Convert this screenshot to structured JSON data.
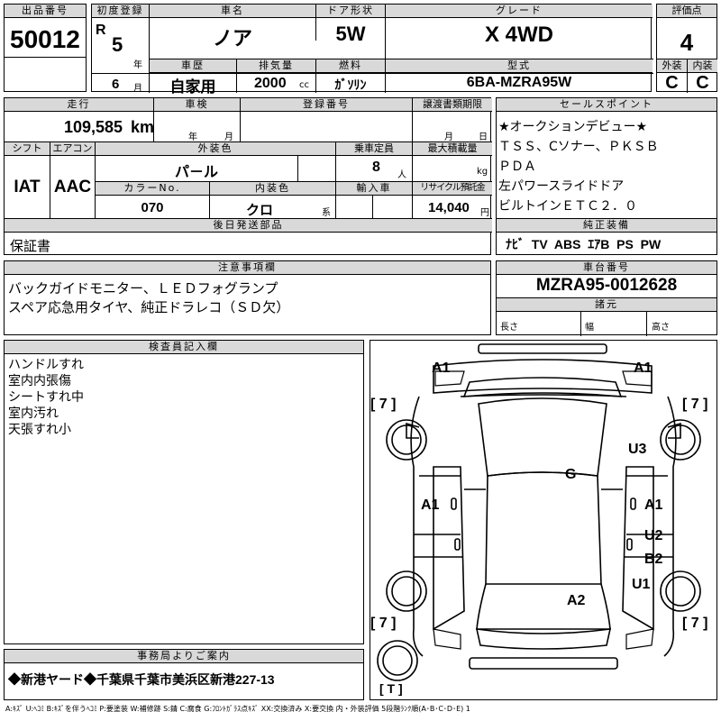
{
  "top": {
    "lot_label": "出品番号",
    "lot": "50012",
    "first_reg_label": "初度登録",
    "era": "R",
    "year": "5",
    "year_unit": "年",
    "month": "6",
    "month_unit": "月",
    "car_name_label": "車名",
    "car_name": "ノア",
    "door_label": "ドア形状",
    "door": "5W",
    "grade_label": "グレード",
    "grade": "X 4WD",
    "score_label": "評価点",
    "score": "4",
    "history_label": "車歴",
    "history": "自家用",
    "displacement_label": "排気量",
    "displacement": "2000",
    "displacement_unit": "cc",
    "fuel_label": "燃料",
    "fuel": "ｶﾞｿﾘﾝ",
    "model_label": "型式",
    "model": "6BA-MZRA95W",
    "exterior_label": "外装",
    "exterior": "C",
    "interior_label": "内装",
    "interior": "C"
  },
  "mid": {
    "mileage_label": "走行",
    "mileage": "109,585",
    "mileage_unit": "km",
    "inspection_label": "車検",
    "insp_year_unit": "年",
    "insp_month_unit": "月",
    "reg_no_label": "登録番号",
    "transfer_label": "譲渡書類期限",
    "transfer_month_unit": "月",
    "transfer_day_unit": "日",
    "shift_label": "シフト",
    "shift": "IAT",
    "ac_label": "エアコン",
    "ac": "AAC",
    "color_label": "外装色",
    "color": "パ－ル",
    "capacity_label": "乗車定員",
    "capacity": "8",
    "capacity_unit": "人",
    "load_label": "最大積載量",
    "load_unit": "kg",
    "color_no_label": "カラーNo.",
    "color_no": "070",
    "int_color_label": "内装色",
    "int_color": "クロ",
    "int_color_unit": "系",
    "import_label": "輸入車",
    "recycle_label": "リサイクル預託金",
    "recycle": "14,040",
    "recycle_unit": "円",
    "later_label": "後日発送部品",
    "later": "保証書"
  },
  "sales": {
    "label": "セールスポイント",
    "lines": [
      "★オークションデビュー★",
      "ＴＳＳ、Cソナー、ＰＫＳＢ",
      "ＰＤＡ",
      "左パワースライドドア",
      "ビルトインＥＴＣ２．０"
    ]
  },
  "equip": {
    "label": "純正装備",
    "value": "ﾅﾋﾞ  TV  ABS  ｴｱB  PS  PW"
  },
  "notes": {
    "label": "注意事項欄",
    "lines": [
      "バックガイドモニター、ＬＥＤフォグランプ",
      "スペア応急用タイヤ、純正ドラレコ（ＳＤ欠）"
    ]
  },
  "chassis": {
    "label": "車台番号",
    "value": "MZRA95-0012628"
  },
  "specs": {
    "label": "諸元",
    "length": "長さ",
    "width": "幅",
    "height": "高さ"
  },
  "inspector": {
    "label": "検査員記入欄",
    "lines": [
      "ハンドルすれ",
      "室内内張傷",
      "シートすれ中",
      "室内汚れ",
      "天張すれ小"
    ]
  },
  "diagram": {
    "marks": [
      {
        "text": "A1",
        "id": "front-left-corner"
      },
      {
        "text": "A1",
        "id": "front-right-corner"
      },
      {
        "text": "U3",
        "id": "right-front-fender"
      },
      {
        "text": "G",
        "id": "windshield"
      },
      {
        "text": "A1",
        "id": "left-front-door"
      },
      {
        "text": "A1",
        "id": "right-front-door"
      },
      {
        "text": "U2",
        "id": "right-rear-door"
      },
      {
        "text": "B2",
        "id": "right-rear-door-lower"
      },
      {
        "text": "U1",
        "id": "right-rear-quarter"
      },
      {
        "text": "A2",
        "id": "rear-roof"
      }
    ],
    "tires": [
      "[ 7 ]",
      "[ 7 ]",
      "[ 7 ]",
      "[ 7 ]",
      "[ T ]"
    ]
  },
  "office": {
    "label": "事務局よりご案内",
    "value": "◆新港ヤード◆千葉県千葉市美浜区新港227-13"
  },
  "legend": "A:ｷｽﾞ U:ﾍｺﾐ B:ｷｽﾞを伴うﾍｺﾐ P:要塗装 W:補修跡 S:錆 C:腐食 G:ﾌﾛﾝﾄｶﾞﾗｽ点ｷｽﾞ XX:交換済み X:要交換 内・外装評価 5段階ﾗﾝｸ順(A･B･C･D･E) 1"
}
